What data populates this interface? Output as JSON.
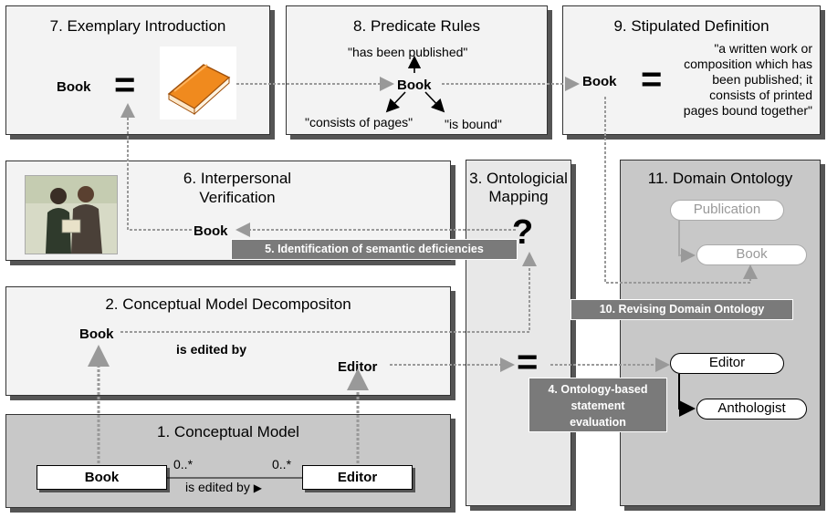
{
  "panels": {
    "p7": {
      "title": "7. Exemplary Introduction",
      "term": "Book",
      "equals": "="
    },
    "p8": {
      "title": "8. Predicate Rules",
      "term": "Book",
      "pred_top": "\"has been published\"",
      "pred_left": "\"consists of pages\"",
      "pred_right": "\"is bound\""
    },
    "p9": {
      "title": "9. Stipulated Definition",
      "term": "Book",
      "equals": "=",
      "definition": [
        "\"a written work or",
        "composition which has",
        "been published; it",
        "consists of printed",
        "pages bound together\""
      ]
    },
    "p6": {
      "title_lines": [
        "6. Interpersonal",
        "Verification"
      ],
      "term": "Book"
    },
    "p3": {
      "title_lines": [
        "3. Ontologicial",
        "Mapping"
      ],
      "question": "?"
    },
    "p11": {
      "title": "11. Domain Ontology",
      "nodes": [
        "Publication",
        "Book",
        "Editor",
        "Anthologist"
      ]
    },
    "p2": {
      "title": "2. Conceptual Model Decompositon",
      "term_book": "Book",
      "relation": "is edited by",
      "term_editor": "Editor"
    },
    "p1": {
      "title": "1. Conceptual Model",
      "class_left": "Book",
      "class_right": "Editor",
      "mult_left": "0..*",
      "mult_right": "0..*",
      "assoc": "is edited by"
    }
  },
  "badges": {
    "b5": "5. Identification of semantic deficiencies",
    "b10": "10. Revising Domain Ontology",
    "b4": [
      "4. Ontology-based",
      "statement",
      "evaluation"
    ]
  },
  "eq4": "=",
  "colors": {
    "book_orange": "#e8730c",
    "badge_grey": "#7a7a7a",
    "arrow_grey": "#999999"
  },
  "icons": [
    "book-icon",
    "people-photo"
  ]
}
